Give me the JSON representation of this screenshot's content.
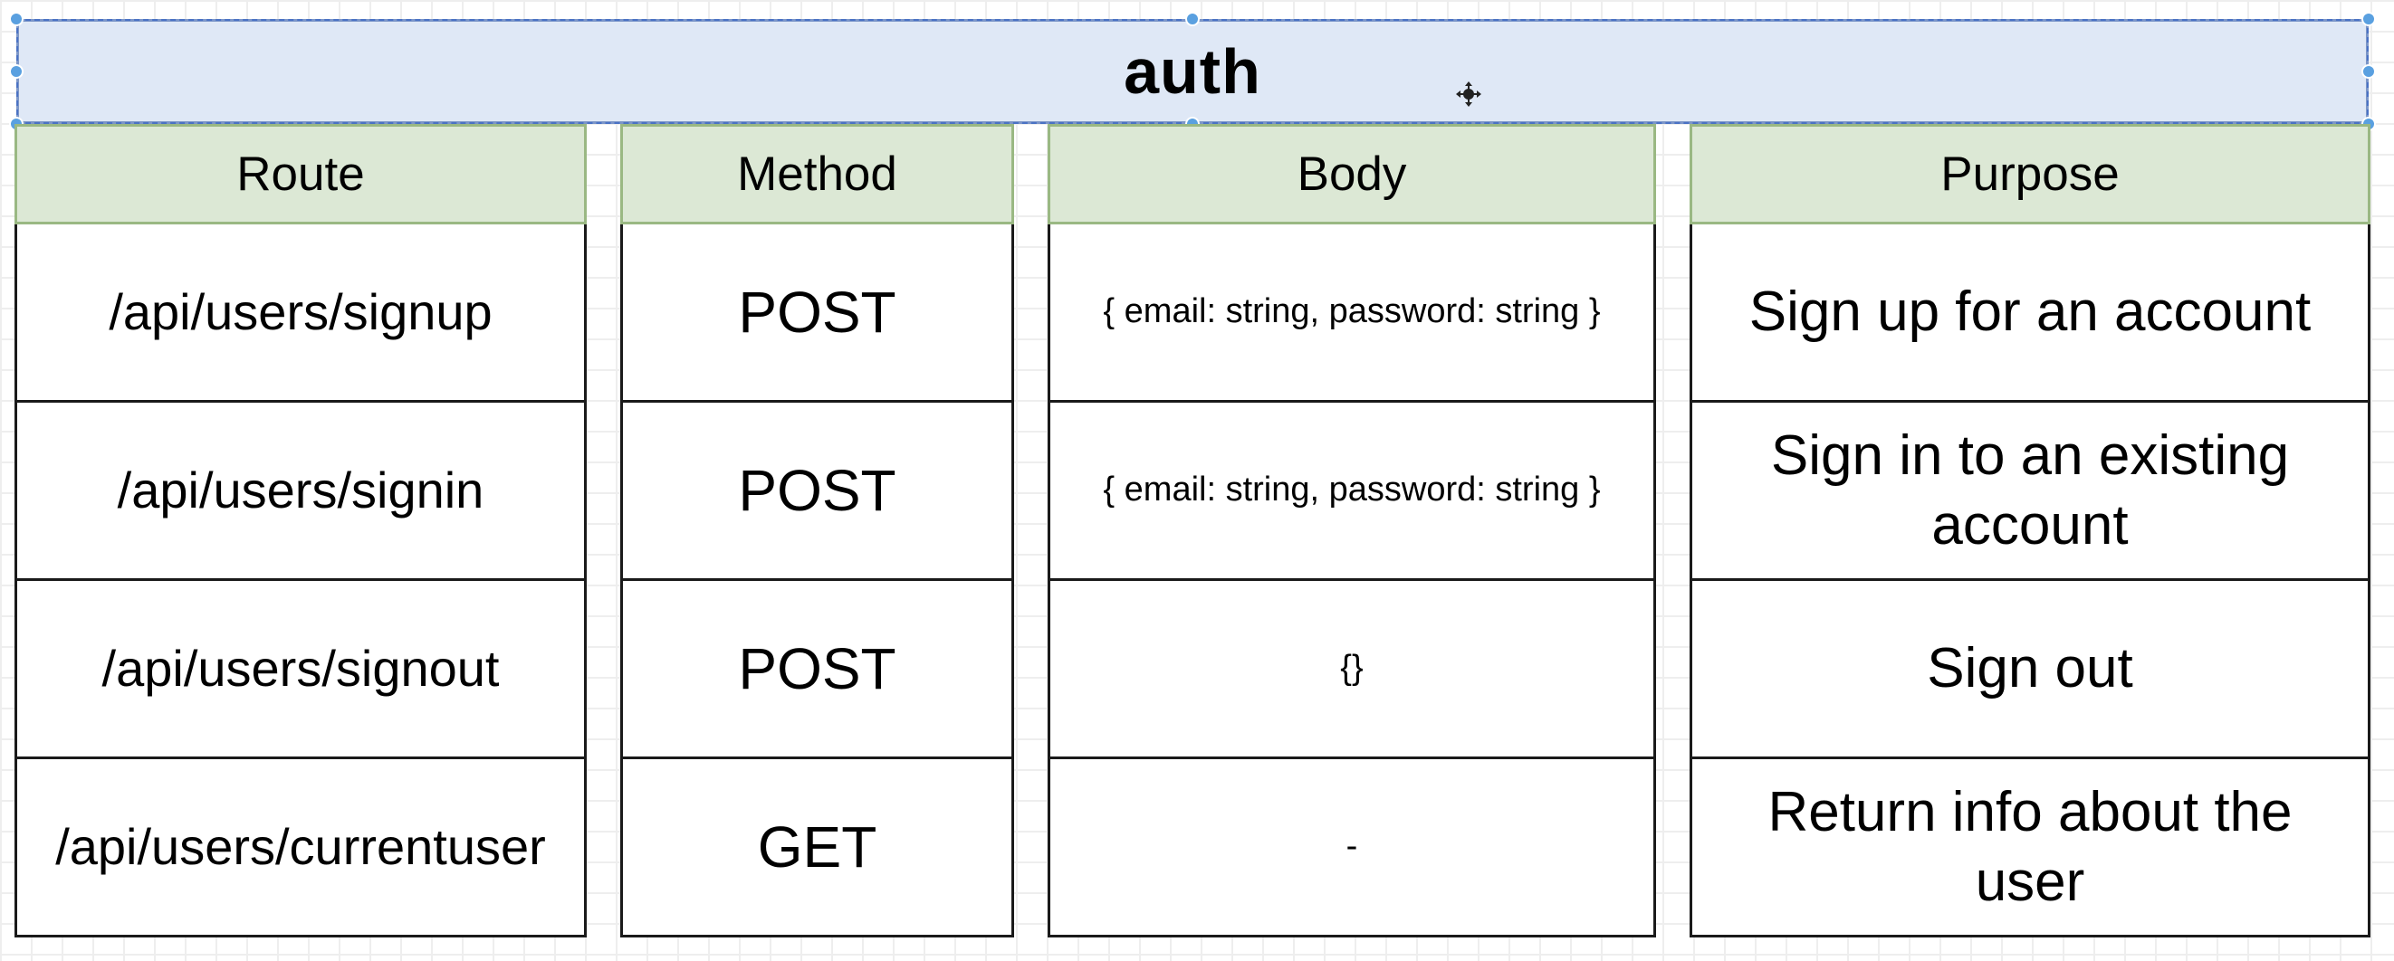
{
  "title": "auth",
  "columns": {
    "route": "Route",
    "method": "Method",
    "body": "Body",
    "purpose": "Purpose"
  },
  "rows": [
    {
      "route": "/api/users/signup",
      "method": "POST",
      "body": "{ email: string, password: string }",
      "purpose": "Sign up for an account"
    },
    {
      "route": "/api/users/signin",
      "method": "POST",
      "body": "{ email: string, password: string }",
      "purpose": "Sign in to an existing account"
    },
    {
      "route": "/api/users/signout",
      "method": "POST",
      "body": "{}",
      "purpose": "Sign out"
    },
    {
      "route": "/api/users/currentuser",
      "method": "GET",
      "body": "-",
      "purpose": "Return info about the user"
    }
  ],
  "icons": {
    "move": "move-cursor-icon",
    "selection_handle": "selection-handle-icon"
  },
  "colors": {
    "title_fill": "#dfe8f6",
    "title_border": "#7c96c8",
    "header_fill": "#dce8d5",
    "header_border": "#9ab883",
    "cell_border": "#1a1a1a",
    "handle": "#5aa0e0"
  }
}
